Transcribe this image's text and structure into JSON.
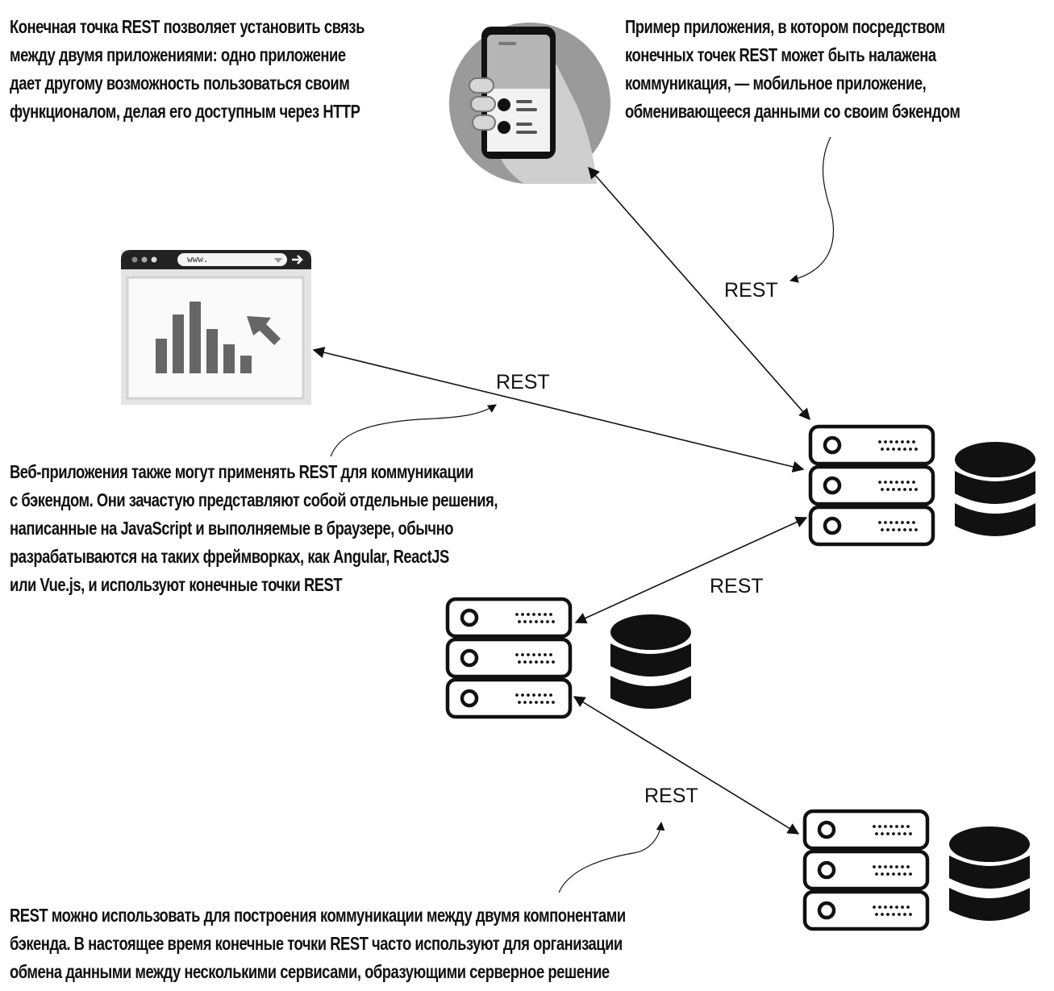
{
  "notes": {
    "rest_endpoint": [
      "Конечная точка REST позволяет установить связь",
      "между двумя приложениями: одно приложение",
      "дает другому возможность пользоваться своим",
      "функционалом, делая его доступным через HTTP"
    ],
    "mobile_example": [
      "Пример приложения, в котором посредством",
      "конечных точек REST может быть налажена",
      "коммуникация, — мобильное приложение,",
      "обменивающееся данными со своим бэкендом"
    ],
    "web_apps": [
      "Веб-приложения также могут применять REST для коммуникации",
      "с бэкендом. Они зачастую представляют собой отдельные решения,",
      "написанные на JavaScript и выполняемые в браузере, обычно",
      "разрабатываются на таких фреймворках, как Angular, ReactJS",
      "или Vue.js, и используют конечные точки REST"
    ],
    "backend_components": [
      "REST можно использовать для построения коммуникации между двумя компонентами",
      "бэкенда. В настоящее время конечные точки REST часто используют для организации",
      "обмена данными между несколькими сервисами, образующими серверное решение"
    ]
  },
  "edge_labels": {
    "mobile_to_backend": "REST",
    "web_to_backend": "REST",
    "backend_to_service": "REST",
    "service_to_service": "REST"
  },
  "browser": {
    "address_text": "www."
  },
  "colors": {
    "ink": "#111111",
    "icon_gray": "#6b6b6b",
    "light_gray": "#d4d4d4"
  },
  "icons": [
    "smartphone-icon",
    "browser-window-icon",
    "bar-chart-icon",
    "cursor-arrow-icon",
    "server-rack-icon",
    "database-icon"
  ]
}
